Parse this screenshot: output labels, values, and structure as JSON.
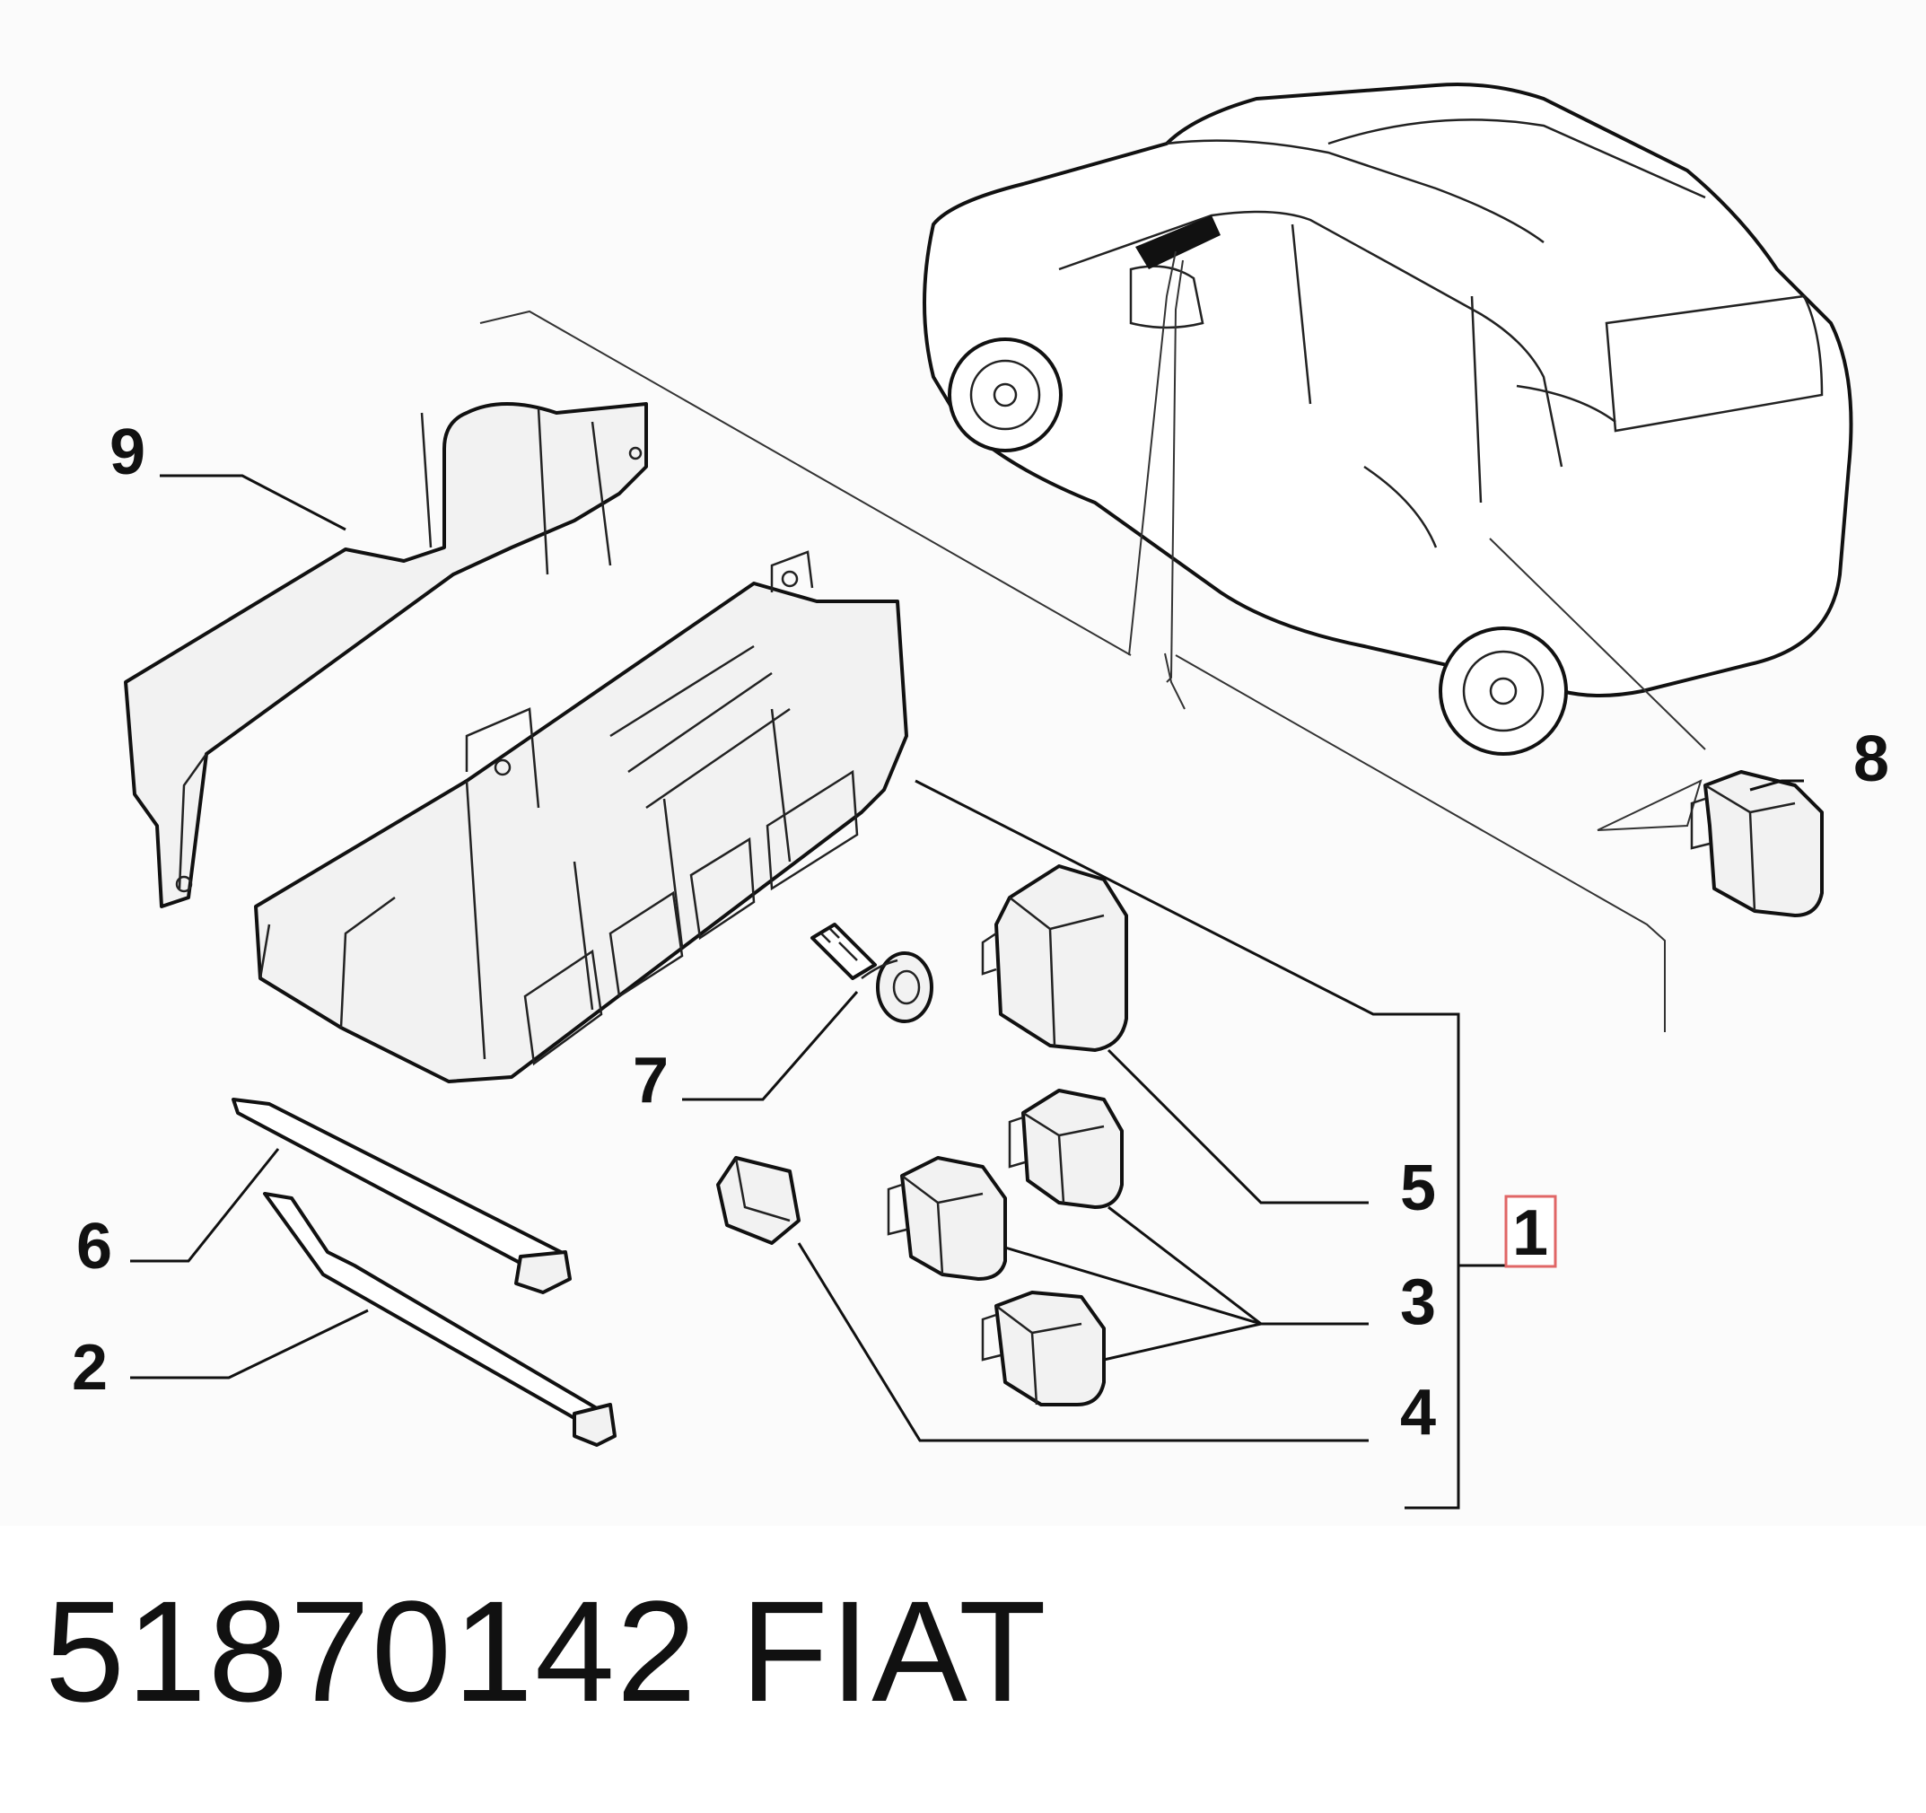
{
  "callouts": {
    "c1": "1",
    "c2": "2",
    "c3": "3",
    "c4": "4",
    "c5": "5",
    "c6": "6",
    "c7": "7",
    "c8": "8",
    "c9": "9"
  },
  "footer": {
    "part_number": "51870142",
    "brand": "FIAT"
  },
  "colors": {
    "highlight_box": "#e06666",
    "line_color": "#111111",
    "part_fill": "#f2f2f2"
  }
}
